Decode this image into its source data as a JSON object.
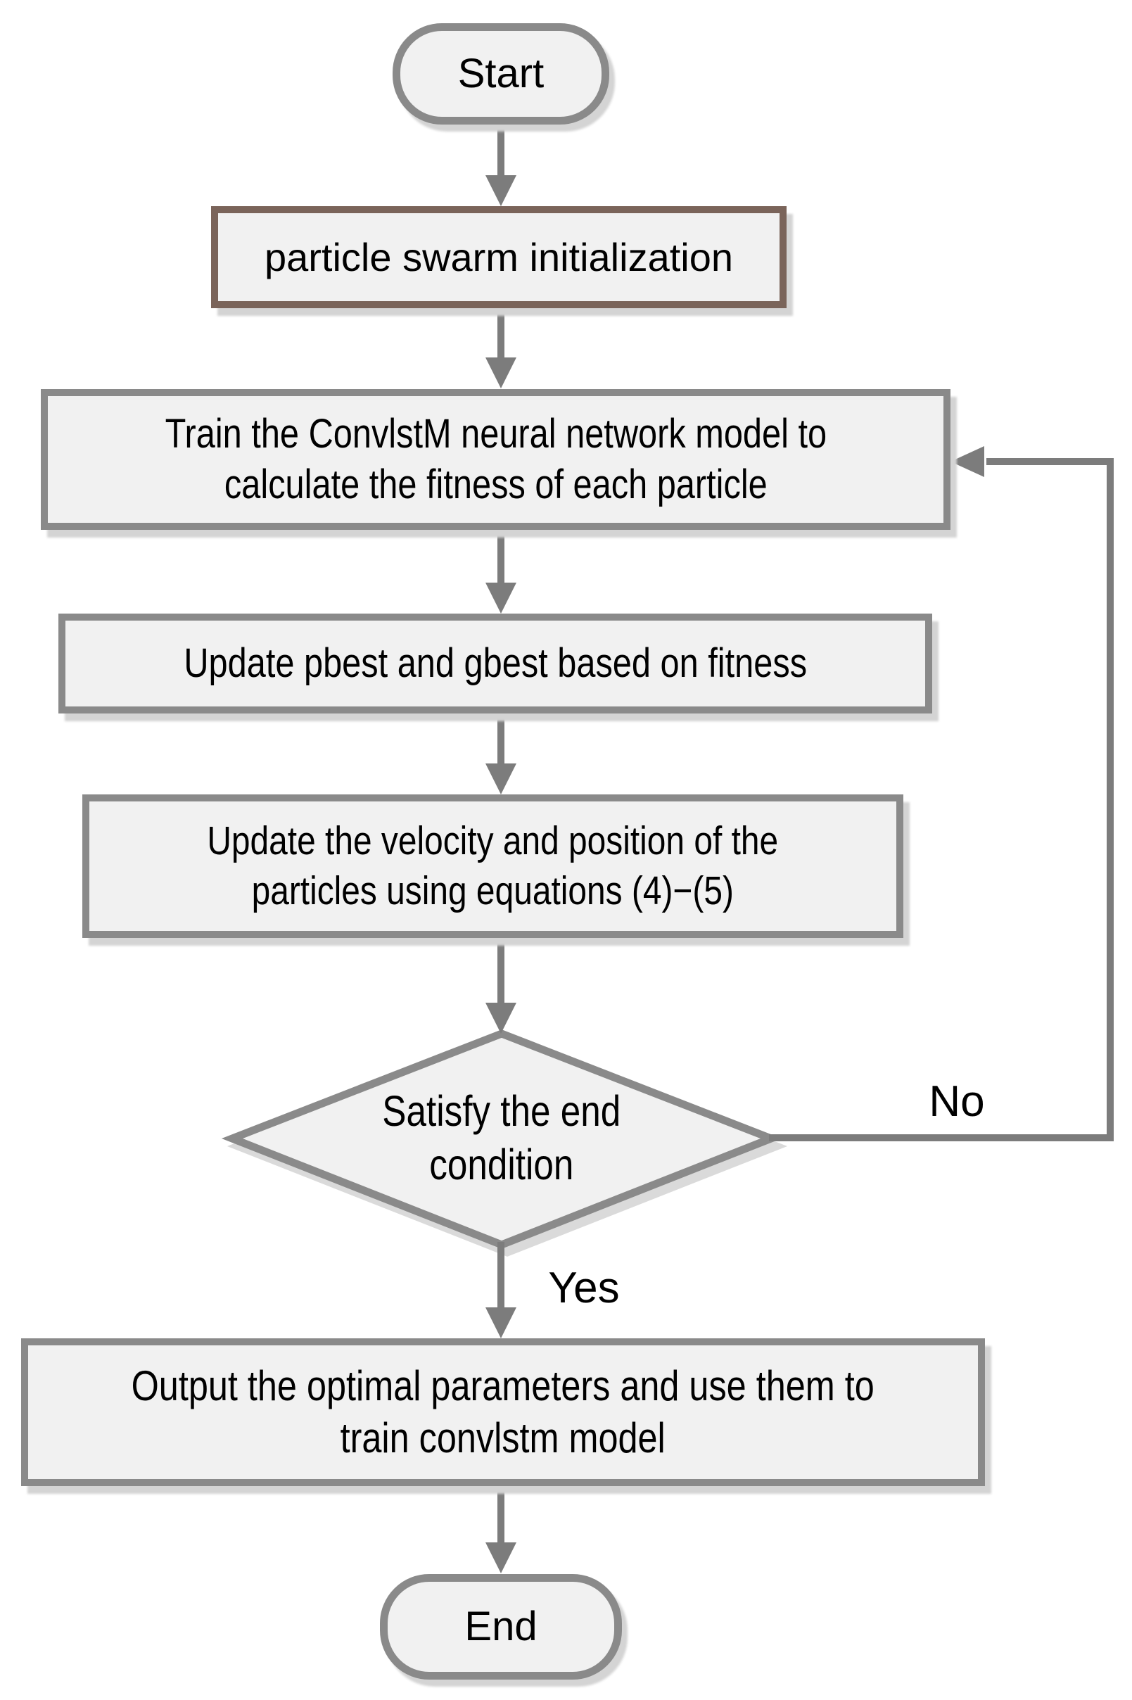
{
  "nodes": {
    "start": {
      "type": "terminator",
      "label": "Start"
    },
    "init": {
      "type": "process",
      "label": "particle swarm initialization"
    },
    "train": {
      "type": "process",
      "label": "Train the ConvlstM neural network model to\ncalculate the fitness of each particle"
    },
    "update_best": {
      "type": "process",
      "label": "Update pbest and gbest based on fitness"
    },
    "update_velocity": {
      "type": "process",
      "label": "Update the velocity and position of the\nparticles using equations (4)−(5)"
    },
    "decision": {
      "type": "decision",
      "label": "Satisfy the end\ncondition"
    },
    "output": {
      "type": "process",
      "label": "Output the optimal parameters and use them to\ntrain convlstm model"
    },
    "end": {
      "type": "terminator",
      "label": "End"
    }
  },
  "edge_labels": {
    "no": "No",
    "yes": "Yes"
  },
  "colors": {
    "node_fill": "#f1f1f1",
    "border_gray": "#8a8a8a",
    "border_brown": "#7a645a",
    "connector": "#7c7c7c",
    "shadow": "#d4d4d4",
    "text": "#000000",
    "background": "#ffffff"
  }
}
